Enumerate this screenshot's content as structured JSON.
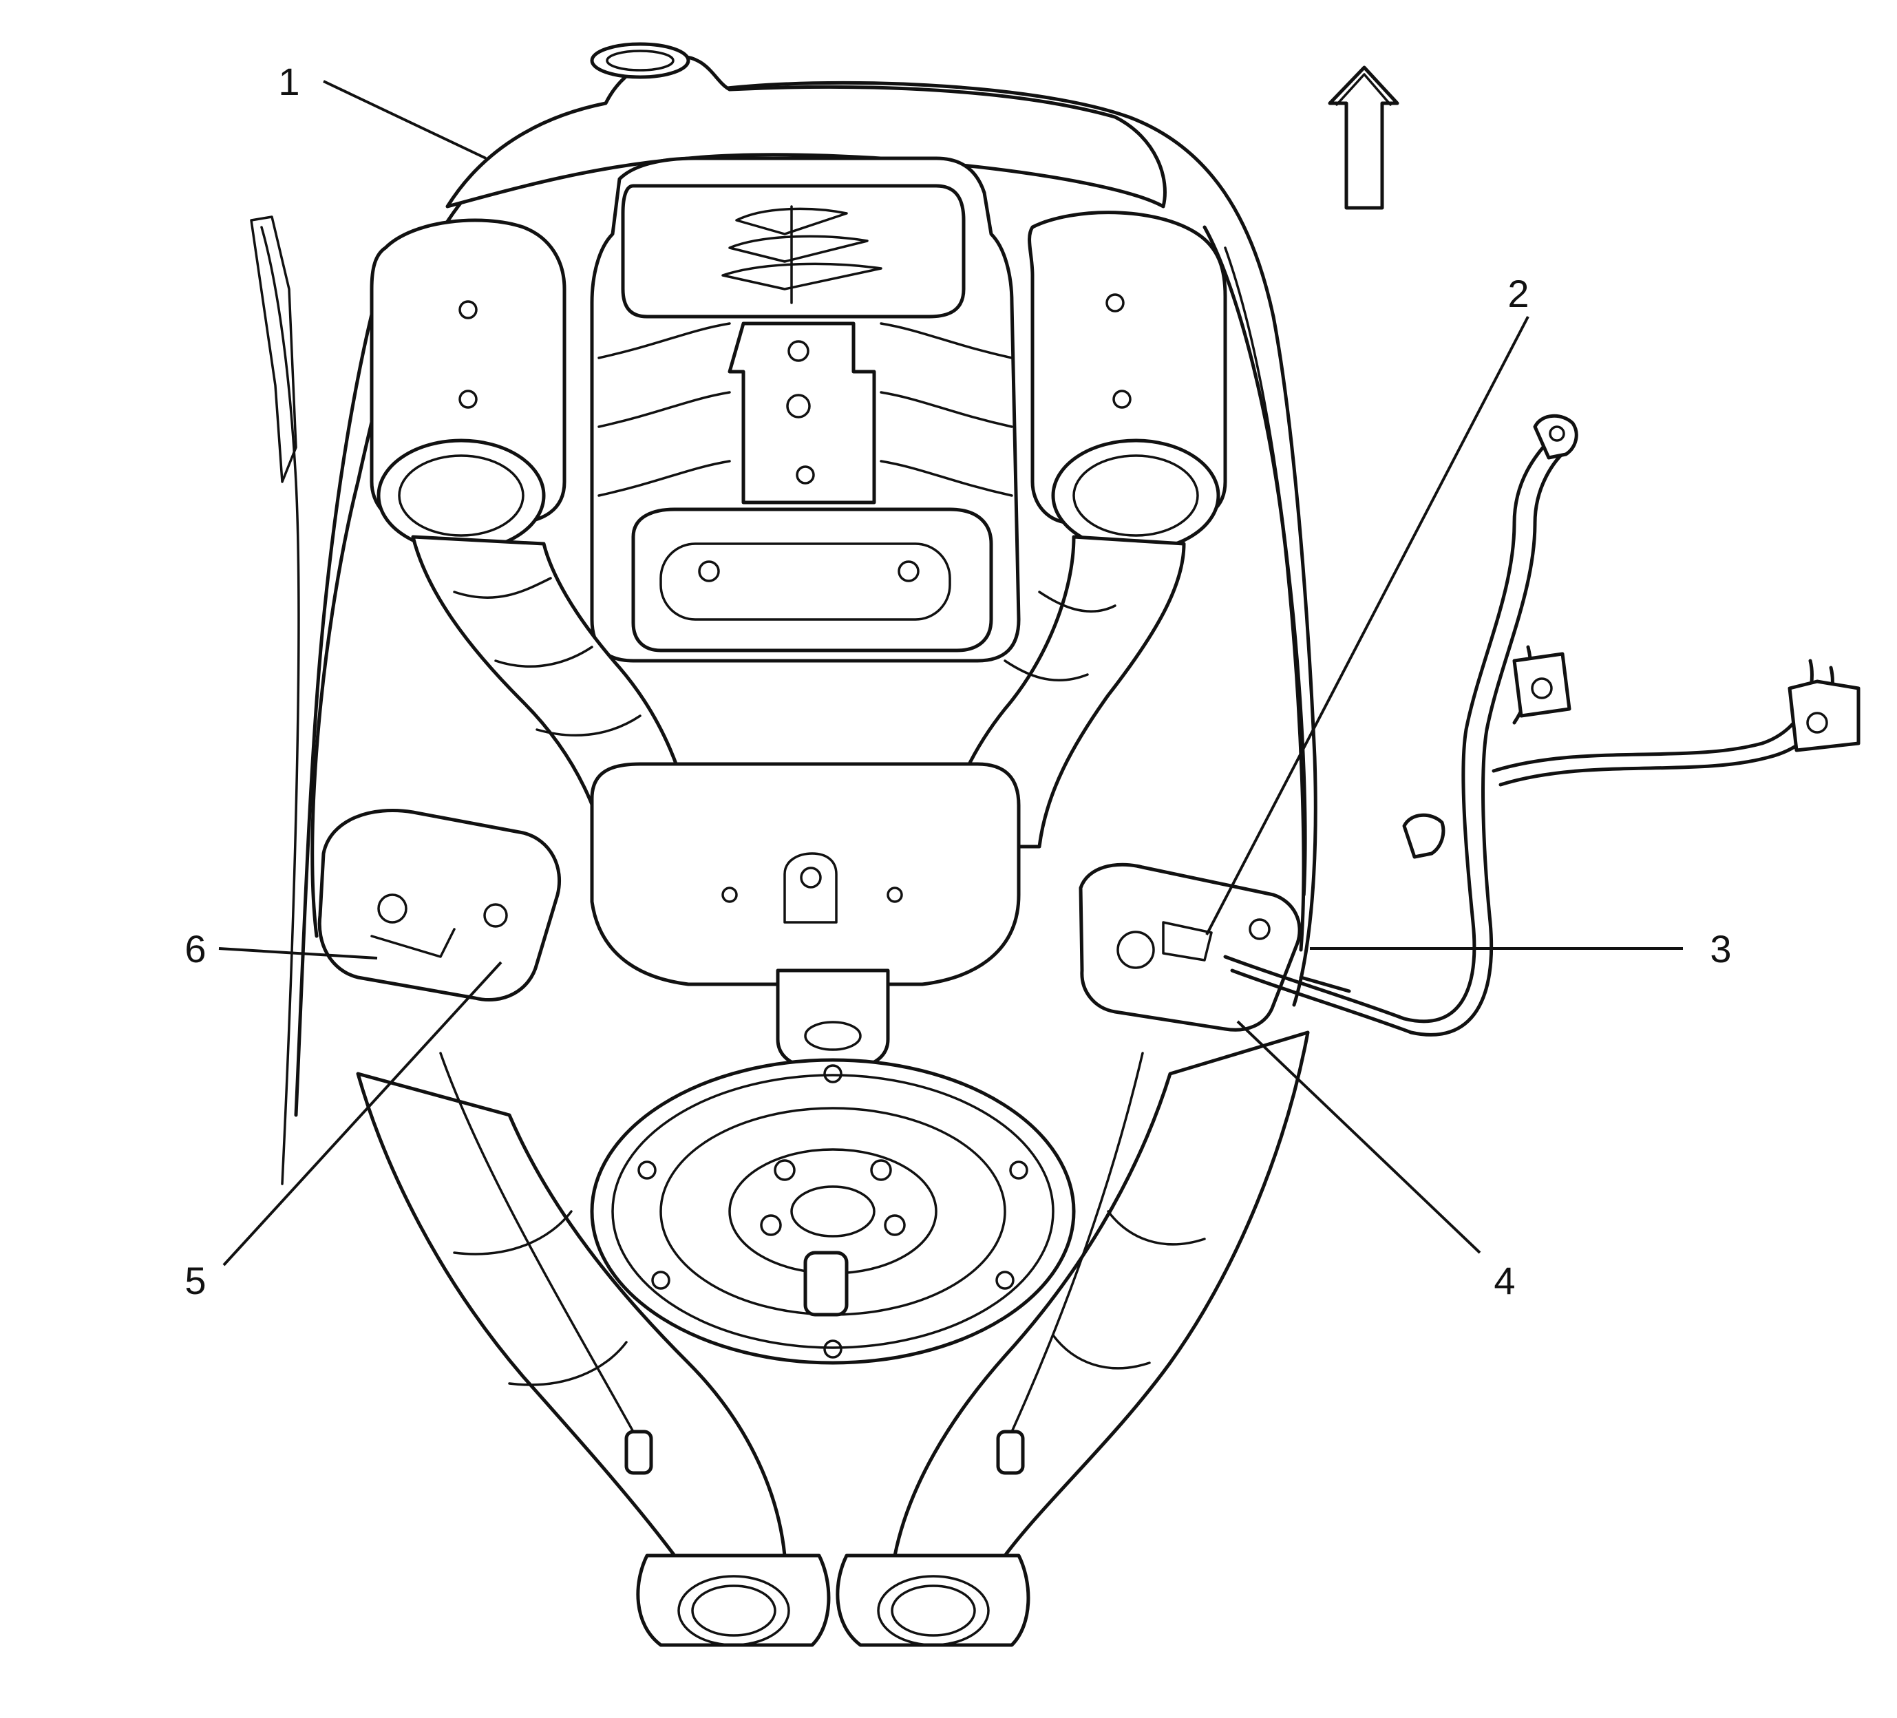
{
  "callouts": [
    {
      "id": "1",
      "label": "1"
    },
    {
      "id": "2",
      "label": "2"
    },
    {
      "id": "3",
      "label": "3"
    },
    {
      "id": "4",
      "label": "4"
    },
    {
      "id": "5",
      "label": "5"
    },
    {
      "id": "6",
      "label": "6"
    }
  ],
  "colors": {
    "line": "#111111",
    "background": "#ffffff"
  },
  "icons": {
    "direction_arrow": "arrow-up-outline-icon"
  }
}
